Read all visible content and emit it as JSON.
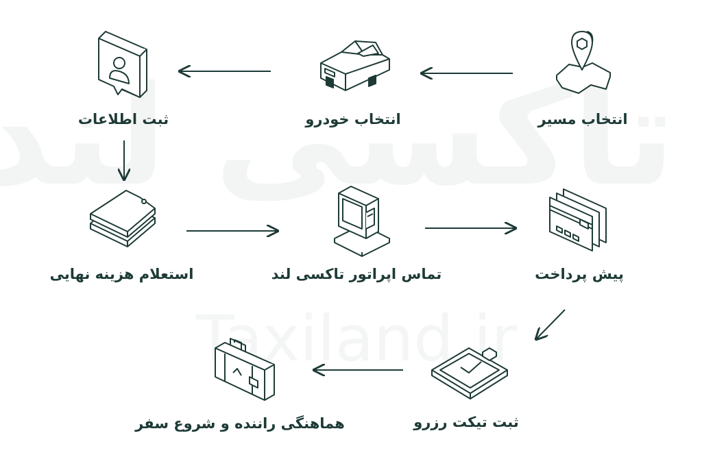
{
  "watermark": {
    "persian": "تاکسی لند",
    "latin": "Taxiland.ir"
  },
  "colors": {
    "ink": "#1d3a36",
    "icon_fill": "#ffffff",
    "watermark": "#f3f4f4"
  },
  "steps": [
    {
      "label": "انتخاب مسیر",
      "icon": "map-pin-icon"
    },
    {
      "label": "انتخاب خودرو",
      "icon": "car-icon"
    },
    {
      "label": "ثبت اطلاعات",
      "icon": "profile-card-icon"
    },
    {
      "label": "استعلام هزینه نهایی",
      "icon": "price-tag-icon"
    },
    {
      "label": "تماس اپراتور تاکسی لند",
      "icon": "computer-icon"
    },
    {
      "label": "پیش پرداخت",
      "icon": "credit-card-icon"
    },
    {
      "label": "ثبت تیکت رزرو",
      "icon": "ticket-icon"
    },
    {
      "label": "هماهنگی راننده و شروع سفر",
      "icon": "suitcase-icon"
    }
  ]
}
